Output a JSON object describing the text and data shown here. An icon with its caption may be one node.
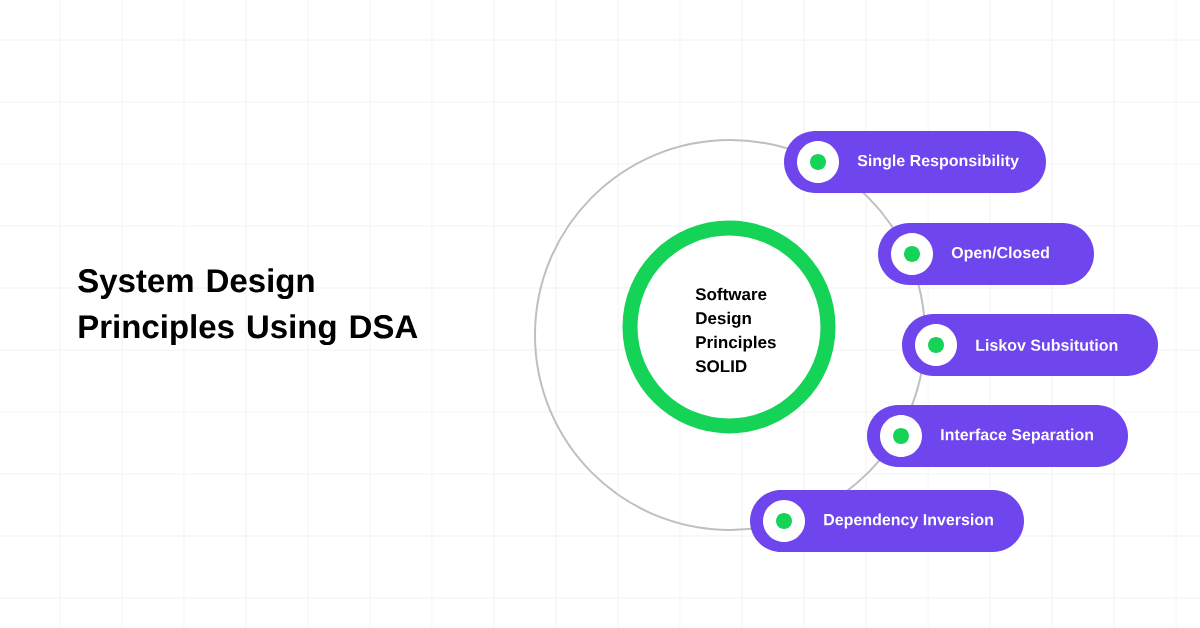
{
  "diagram": {
    "title": "System Design Principles Using DSA",
    "nodes": [
      {
        "text": [
          "Software Design Principles SOLID"
        ]
      },
      {
        "text": [
          "Single Responsibility"
        ]
      },
      {
        "text": [
          "Open/Closed"
        ]
      },
      {
        "text": [
          "Liskov Subsitution"
        ]
      },
      {
        "text": [
          "Interface Separation"
        ]
      },
      {
        "text": [
          "Dependency Inversion"
        ]
      }
    ]
  }
}
